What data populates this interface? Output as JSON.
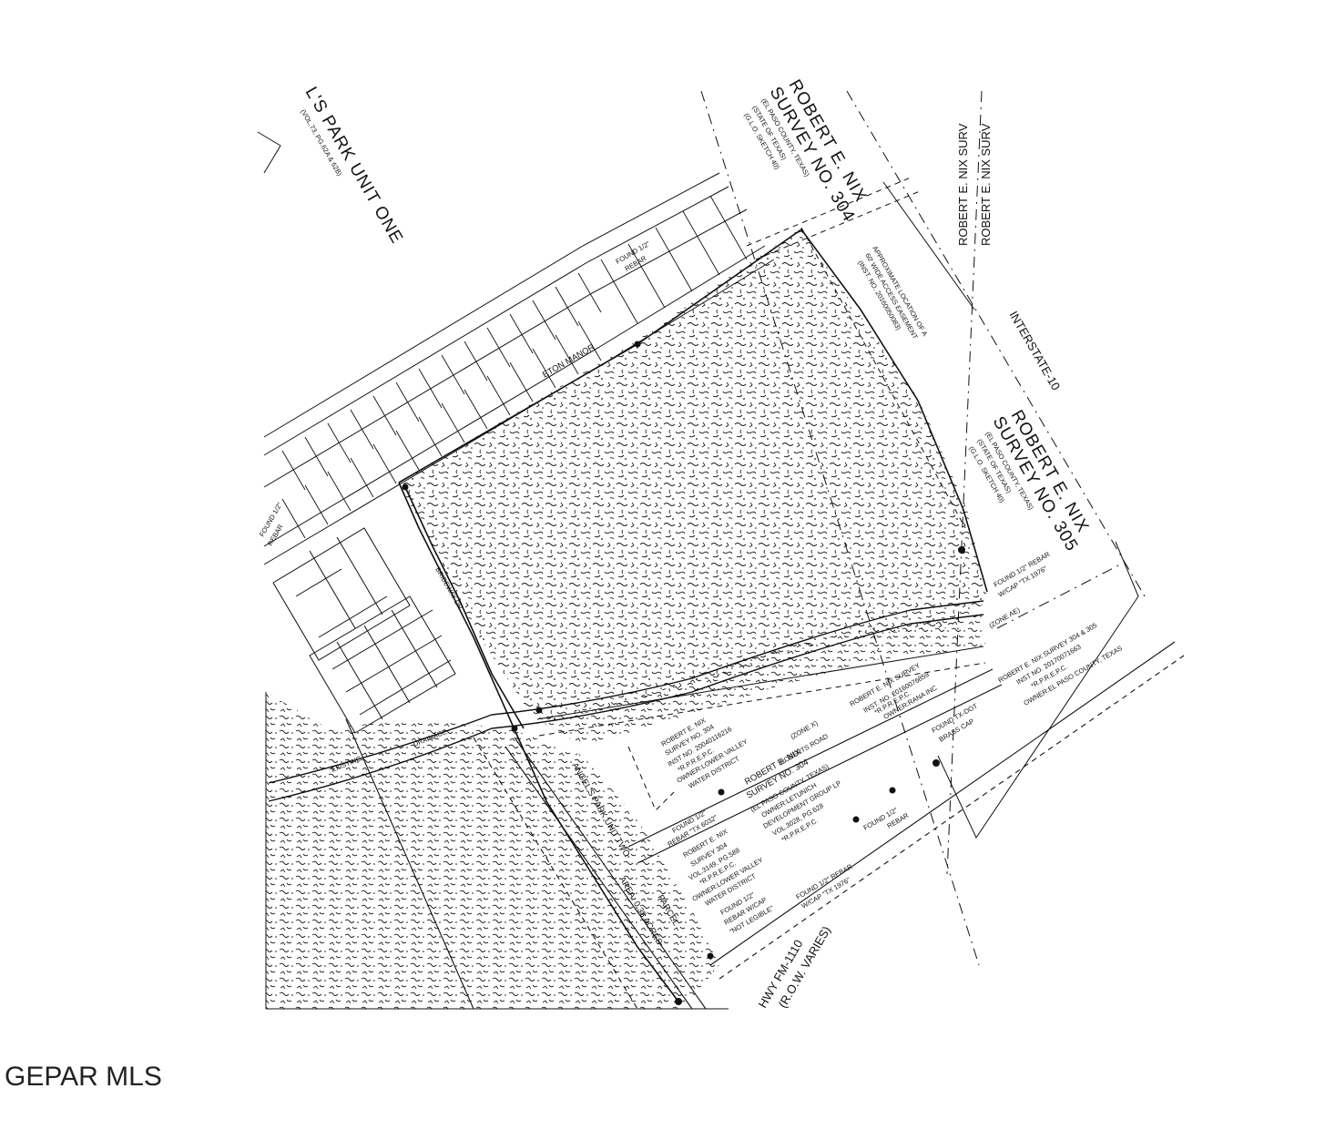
{
  "map": {
    "labels": {
      "park_unit_one": "L'S PARK UNIT ONE",
      "park_unit_one_ref": "(VOL.73, PG.62A & 62B)",
      "survey304_name": "ROBERT E. NIX",
      "survey304_no": "SURVEY NO. 304",
      "survey304_county": "(EL PASO COUNTY, TEXAS)",
      "survey304_state": "(STATE OF TEXAS)",
      "survey304_glo": "(G.L.O. SKETCH 40)",
      "survey_top_right_1": "ROBERT E. NIX SURV",
      "survey_top_right_2": "ROBERT E. NIX SURV",
      "interstate": "INTERSTATE-10",
      "survey305_name": "ROBERT E. NIX",
      "survey305_no": "SURVEY NO. 305",
      "survey305_county": "(EL PASO COUNTY, TEXAS)",
      "survey305_state": "(STATE OF TEXAS)",
      "survey305_glo": "(G.L.O. SKETCH 40)",
      "easement_1": "APPROXIMATE LOCATION OF A",
      "easement_2": "60' WIDE ACCESS EASEMENT",
      "easement_3": "(INST. NO. 20160050083)",
      "found_rebar_top": "FOUND 1/2\"",
      "found_rebar_top_2": "REBAR",
      "found_rebar_cap_1": "FOUND 1/2\" REBAR",
      "found_rebar_cap_2": "W/CAP \"TX 1976\"",
      "zone_ae": "(ZONE AE)",
      "zone_x": "(ZONE X)",
      "roberts_road": "ROBERTS ROAD",
      "nix_304_305_1": "ROBERT E. NIX SURVEY 304 & 305",
      "nix_304_305_2": "INST NO. 20170071663",
      "nix_304_305_3": "*R.P.R.E.P.C.",
      "nix_304_305_4": "OWNER:EL PASO COUNTY, TEXAS",
      "txdot_1": "FOUND TX-DOT",
      "txdot_2": "BRASS CAP",
      "rana_1": "ROBERT E. NIX SURVEY",
      "rana_2": "INST. NO. 20160076859",
      "rana_3": "*R.P.R.E.P.C.",
      "rana_4": "OWNER:RANA INC",
      "survey304_mid_1": "ROBERT E. NIX",
      "survey304_mid_2": "SURVEY NO. 304",
      "survey304_mid_3": "(EL PASO COUNTY, TEXAS)",
      "survey304_mid_4": "OWNER:LETUNICH",
      "survey304_mid_5": "DEVELOPMENT GROUP LP",
      "survey304_mid_6": "VOL.3028, PG.628",
      "survey304_mid_7": "*R.P.R.E.P.C.",
      "lvwd_1": "ROBERT E. NIX",
      "lvwd_2": "SURVEY NO. 304",
      "lvwd_3": "INST NO. 20040116216",
      "lvwd_4": "*R.P.R.E.P.C.",
      "lvwd_5": "OWNER:LOWER VALLEY",
      "lvwd_6": "WATER DISTRICT",
      "found_tx6032_1": "FOUND 1/2\"",
      "found_tx6032_2": "REBAR \"TX 6032\"",
      "vol3149_1": "ROBERT E. NIX",
      "vol3149_2": "SURVEY 304",
      "vol3149_3": "VOL.3149, PG.588",
      "vol3149_4": "*R.P.R.E.P.C.",
      "vol3149_5": "OWNER:LOWER VALLEY",
      "vol3149_6": "WATER DISTRICT",
      "found_not_legible_1": "FOUND 1/2\"",
      "found_not_legible_2": "REBAR W/CAP",
      "found_not_legible_3": "\"NOT LEGIBLE\"",
      "found_cap_1976_1": "FOUND 1/2\" REBAR",
      "found_cap_1976_2": "W/CAP \"TX 1976\"",
      "found_rebar_right_1": "FOUND 1/2\"",
      "found_rebar_right_2": "REBAR",
      "hwy_1": "HWY FM-1110",
      "hwy_2": "(R.O.W. VARIES)",
      "parcel_area": "AREA: 0.38 ACRES",
      "parcel_name": "PARCEL",
      "park_unit_two": "ANGEL'S PARK UNIT TWO",
      "eton_manor": "ETON MANOR",
      "drainage": "DRAINAGE",
      "existing": "EXISTING",
      "found_left_1": "FOUND 1/2\"",
      "found_left_2": "REBAR",
      "brideway": "BRIDEWAY DR"
    }
  },
  "watermark": {
    "text": "GEPAR MLS"
  }
}
